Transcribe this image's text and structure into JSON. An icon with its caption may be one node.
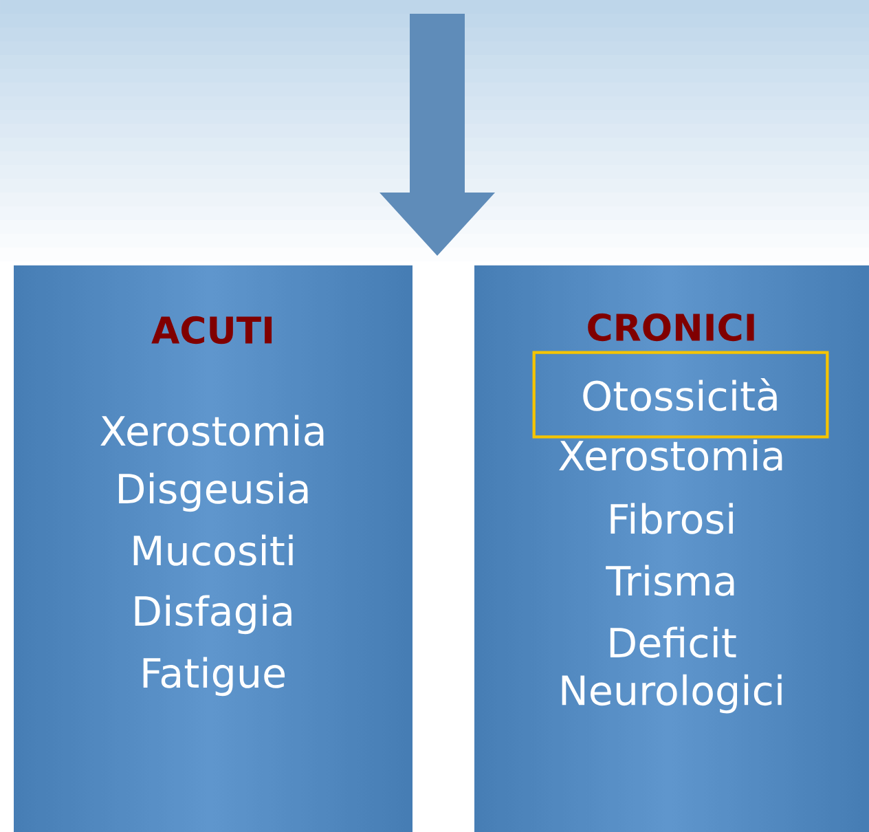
{
  "diagram": {
    "nodes": [
      {
        "text": [
          "ACUTI",
          "Xerostomia",
          "Disgeusia",
          "Mucositi",
          "Disfagia",
          "Fatigue"
        ]
      },
      {
        "text": [
          "CRONICI",
          "Xerostomia",
          "Fibrosi",
          "Trisma",
          "Deficit Neurologici"
        ]
      },
      {
        "text": [
          "Otossicità"
        ],
        "in": 1
      }
    ]
  }
}
